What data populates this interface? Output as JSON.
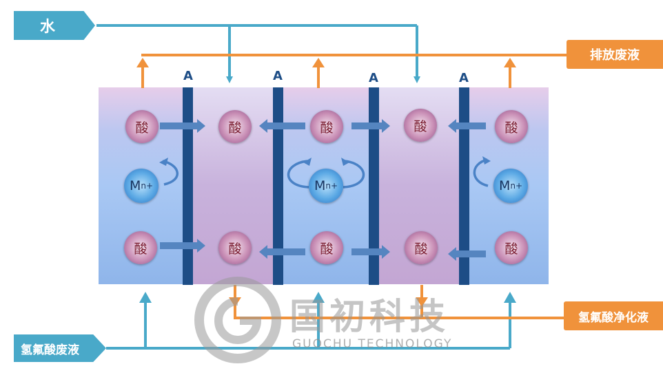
{
  "labels": {
    "water": "水",
    "discharge": "排放废液",
    "waste_acid": "氢氟酸废液",
    "purified": "氢氟酸净化液"
  },
  "membrane_label": "A",
  "acid_label": "酸",
  "metal_ion": {
    "base": "M",
    "charge": "n+"
  },
  "watermark": {
    "title": "国初科技",
    "subtitle": "GUOCHU TECHNOLOGY"
  },
  "colors": {
    "water_line": "#49a9c9",
    "orange_line": "#f0923b",
    "membrane": "#1d4d86",
    "ion_arrow": "#5585c0",
    "acid_ion": "#9a5a95",
    "metal_ion": "#3e88d6"
  }
}
